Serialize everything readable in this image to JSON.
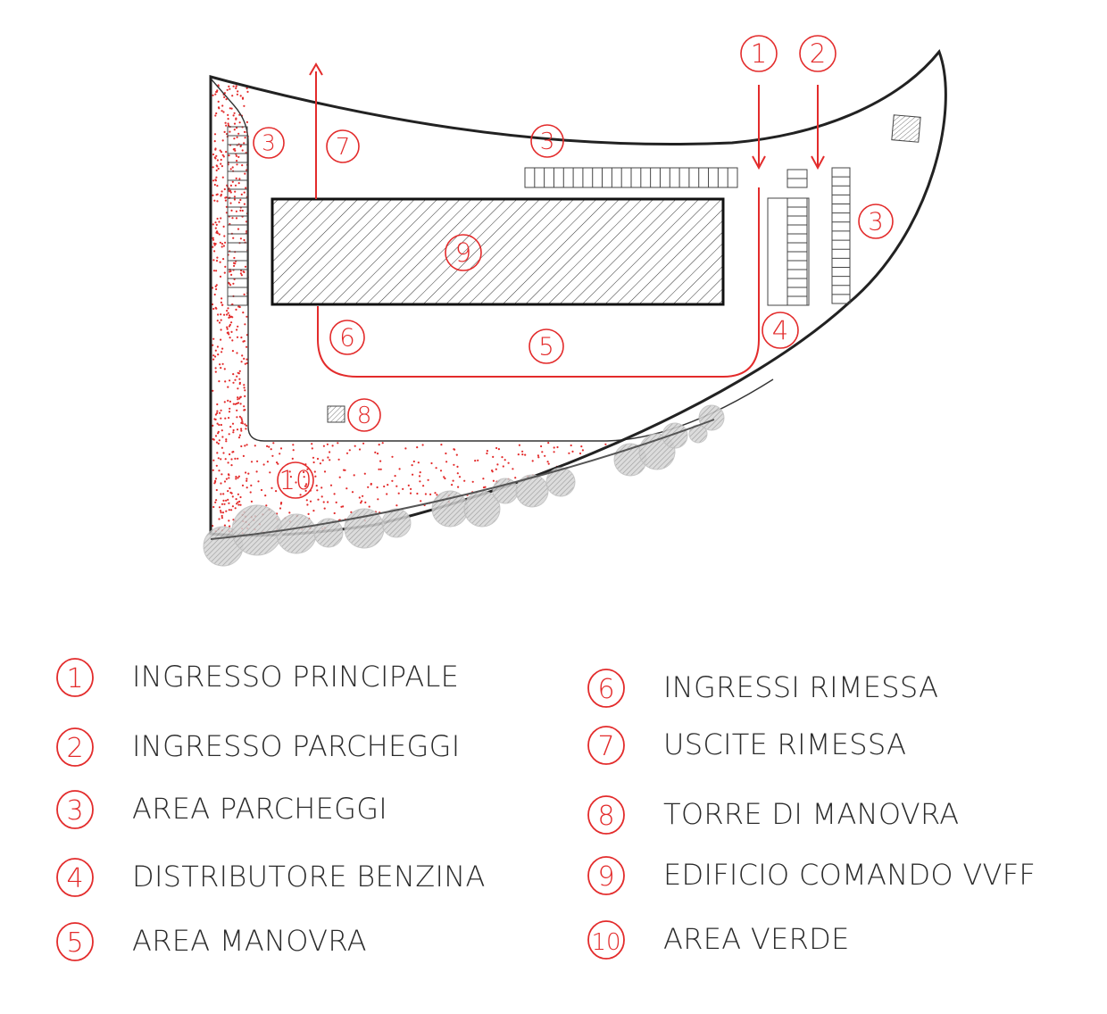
{
  "colors": {
    "accent": "#e32b2b",
    "outline": "#222222",
    "text": "#2b2b2b",
    "tree": "#9a9a9a"
  },
  "plan_labels": {
    "parking_left": "3",
    "exits": "7",
    "parking_top": "3",
    "main_entrance": "1",
    "parking_entrance": "2",
    "parking_right": "3",
    "building": "9",
    "garage_entrances": "6",
    "maneuver_area": "5",
    "fuel_station": "4",
    "drill_tower": "8",
    "green_area": "10"
  },
  "legend": [
    {
      "number": "1",
      "label": "INGRESSO PRINCIPALE"
    },
    {
      "number": "2",
      "label": "INGRESSO PARCHEGGI"
    },
    {
      "number": "3",
      "label": "AREA PARCHEGGI"
    },
    {
      "number": "4",
      "label": "DISTRIBUTORE BENZINA"
    },
    {
      "number": "5",
      "label": "AREA MANOVRA"
    },
    {
      "number": "6",
      "label": "INGRESSI RIMESSA"
    },
    {
      "number": "7",
      "label": "USCITE RIMESSA"
    },
    {
      "number": "8",
      "label": "TORRE DI MANOVRA"
    },
    {
      "number": "9",
      "label": "EDIFICIO COMANDO VVFF"
    },
    {
      "number": "10",
      "label": "AREA VERDE"
    }
  ]
}
